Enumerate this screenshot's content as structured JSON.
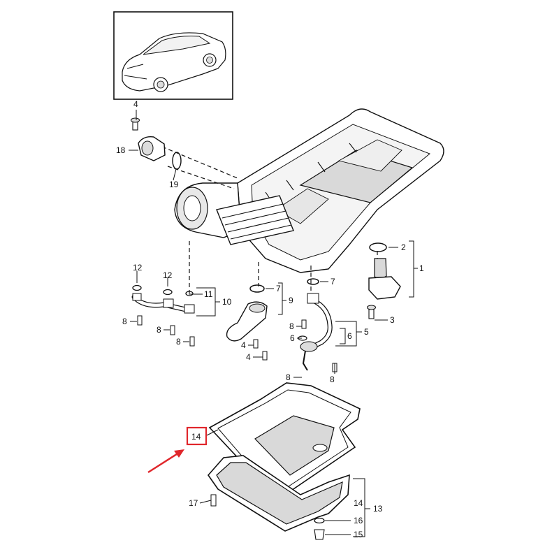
{
  "diagram": {
    "callouts": {
      "c1": "1",
      "c2": "2",
      "c3": "3",
      "c4a": "4",
      "c4b": "4",
      "c4c": "4",
      "c5": "5",
      "c6a": "6",
      "c6b": "6",
      "c7a": "7",
      "c7b": "7",
      "c8a": "8",
      "c8b": "8",
      "c8c": "8",
      "c8d": "8",
      "c8e": "8",
      "c8f": "8",
      "c9": "9",
      "c10": "10",
      "c11": "11",
      "c12a": "12",
      "c12b": "12",
      "c13": "13",
      "c14a": "14",
      "c14b": "14",
      "c15": "15",
      "c16": "16",
      "c17": "17",
      "c18": "18",
      "c19": "19"
    },
    "highlight_color": "#e0262b",
    "line_color": "#111111"
  }
}
